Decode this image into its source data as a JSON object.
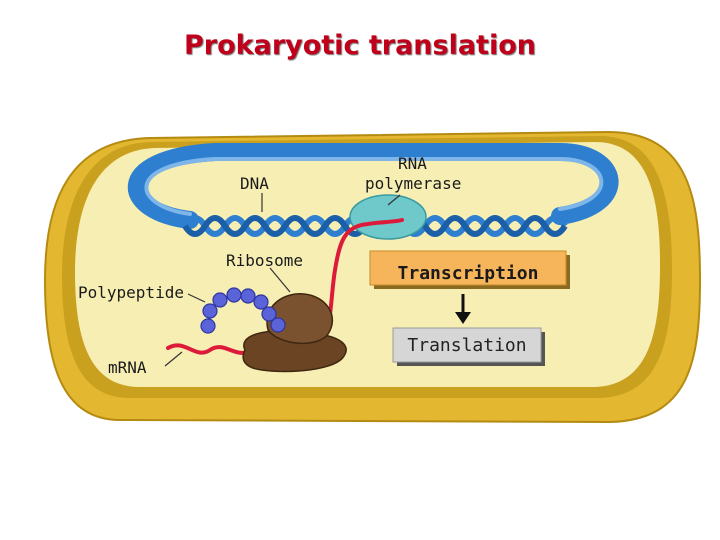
{
  "title": "Prokaryotic translation",
  "labels": {
    "dna": "DNA",
    "rna_polymerase_line1": "RNA",
    "rna_polymerase_line2": "polymerase",
    "ribosome": "Ribosome",
    "polypeptide": "Polypeptide",
    "mrna": "mRNA"
  },
  "process": {
    "step1": "Transcription",
    "step2": "Translation"
  },
  "colors": {
    "title": "#c0001a",
    "cytoplasm": "#f7eeb4",
    "cell_wall": "#e3b830",
    "dna": "#2f7fd0",
    "rna_polymerase": "#6fc8c9",
    "mrna": "#dd1a3a",
    "ribosome": "#7a5230",
    "polypeptide": "#5a63d8",
    "transcription_box": "#f6b55a",
    "translation_box": "#d6d6d6"
  }
}
